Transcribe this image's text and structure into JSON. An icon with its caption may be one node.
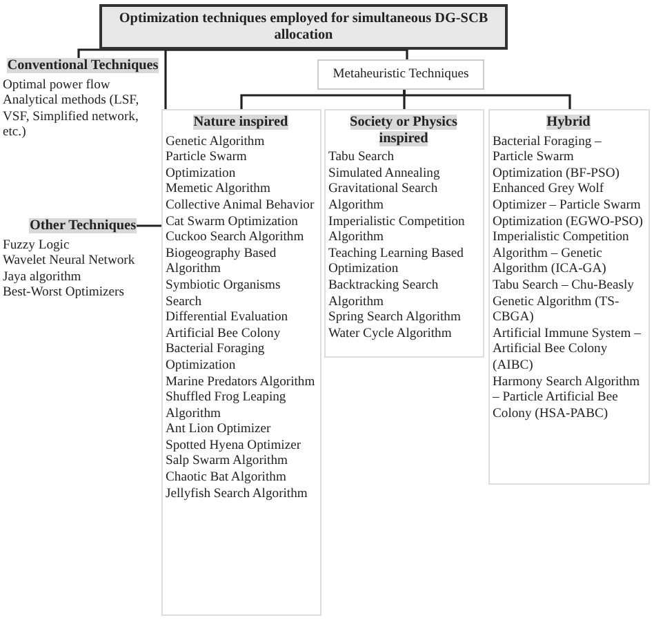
{
  "diagram": {
    "nodes": [
      {
        "text": [
          "Optimization techniques employed for simultaneous DG-SCB allocation"
        ]
      },
      {
        "text": [
          "Conventional Techniques",
          "Optimal power flow",
          "Analytical methods (LSF, VSF, Simplified network, etc.)"
        ]
      },
      {
        "text": [
          "Other Techniques",
          "Fuzzy Logic",
          "Wavelet Neural Network",
          "Jaya algorithm",
          "Best-Worst Optimizers"
        ]
      },
      {
        "text": [
          "Metaheuristic Techniques"
        ]
      },
      {
        "text": [
          "Nature inspired",
          "Genetic Algorithm",
          "Particle Swarm Optimization",
          "Memetic Algorithm",
          "Collective Animal Behavior",
          "Cat Swarm Optimization",
          "Cuckoo Search Algorithm",
          "Biogeography Based Algorithm",
          "Symbiotic Organisms Search",
          "Differential Evaluation",
          "Artificial Bee Colony",
          "Bacterial Foraging Optimization",
          "Marine Predators Algorithm",
          "Shuffled Frog Leaping Algorithm",
          "Ant Lion Optimizer",
          "Spotted Hyena Optimizer",
          "Salp Swarm Algorithm",
          "Chaotic Bat Algorithm",
          "Jellyfish Search Algorithm"
        ]
      },
      {
        "text": [
          "Society or Physics inspired",
          "Tabu Search",
          "Simulated Annealing",
          "Gravitational Search Algorithm",
          "Imperialistic Competition Algorithm",
          "Teaching Learning Based Optimization",
          "Backtracking Search Algorithm",
          "Spring Search Algorithm",
          "Water Cycle Algorithm"
        ]
      },
      {
        "text": [
          "Hybrid",
          "Bacterial Foraging – Particle Swarm Optimization (BF-PSO)",
          "Enhanced Grey Wolf Optimizer – Particle Swarm Optimization (EGWO-PSO)",
          "Imperialistic Competition Algorithm – Genetic Algorithm (ICA-GA)",
          "Tabu Search – Chu-Beasly Genetic Algorithm (TS-CBGA)",
          "Artificial Immune System – Artificial Bee Colony (AIBC)",
          "Harmony Search Algorithm – Particle Artificial Bee Colony (HSA-PABC)"
        ]
      }
    ],
    "edges": [
      {
        "from": 0,
        "to": 1,
        "arrow": "none"
      },
      {
        "from": 0,
        "to": 2,
        "arrow": "none"
      },
      {
        "from": 0,
        "to": 3,
        "arrow": "none"
      },
      {
        "from": 3,
        "to": 4,
        "arrow": "none"
      },
      {
        "from": 3,
        "to": 5,
        "arrow": "none"
      },
      {
        "from": 3,
        "to": 6,
        "arrow": "none"
      }
    ]
  }
}
